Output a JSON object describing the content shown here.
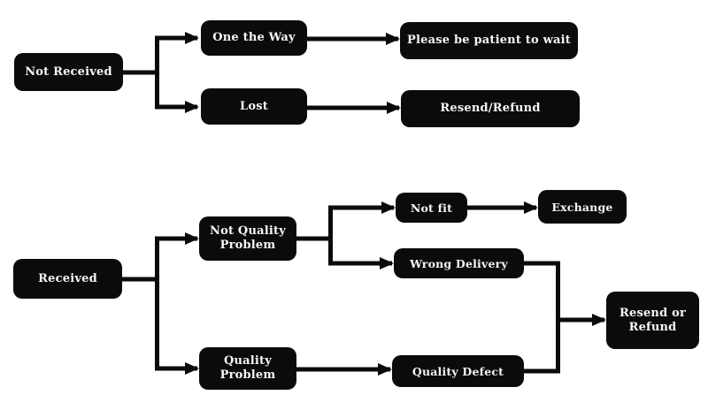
{
  "diagram": {
    "background_color": "#ffffff",
    "node_background_color": "#0b0b0b",
    "node_text_color": "#f7f7f7",
    "connector_color": "#0b0b0b"
  },
  "nodes": {
    "not_received": {
      "label": "Not Received"
    },
    "one_the_way": {
      "label": "One the Way"
    },
    "please_wait": {
      "label": "Please be patient to wait"
    },
    "lost": {
      "label": "Lost"
    },
    "resend_refund": {
      "label": "Resend/Refund"
    },
    "received": {
      "label": "Received"
    },
    "not_quality_problem": {
      "label": "Not Quality Problem"
    },
    "quality_problem": {
      "label": "Quality Problem"
    },
    "not_fit": {
      "label": "Not fit"
    },
    "exchange": {
      "label": "Exchange"
    },
    "wrong_delivery": {
      "label": "Wrong Delivery"
    },
    "quality_defect": {
      "label": "Quality Defect"
    },
    "resend_or_refund": {
      "label": "Resend or Refund"
    }
  },
  "edges": [
    {
      "from": "Not Received",
      "to": "One the Way"
    },
    {
      "from": "Not Received",
      "to": "Lost"
    },
    {
      "from": "One the Way",
      "to": "Please be patient to wait"
    },
    {
      "from": "Lost",
      "to": "Resend/Refund"
    },
    {
      "from": "Received",
      "to": "Not Quality Problem"
    },
    {
      "from": "Received",
      "to": "Quality Problem"
    },
    {
      "from": "Not Quality Problem",
      "to": "Not fit"
    },
    {
      "from": "Not Quality Problem",
      "to": "Wrong Delivery"
    },
    {
      "from": "Not fit",
      "to": "Exchange"
    },
    {
      "from": "Wrong Delivery",
      "to": "Resend or Refund"
    },
    {
      "from": "Quality Problem",
      "to": "Quality Defect"
    },
    {
      "from": "Quality Defect",
      "to": "Resend or Refund"
    }
  ]
}
